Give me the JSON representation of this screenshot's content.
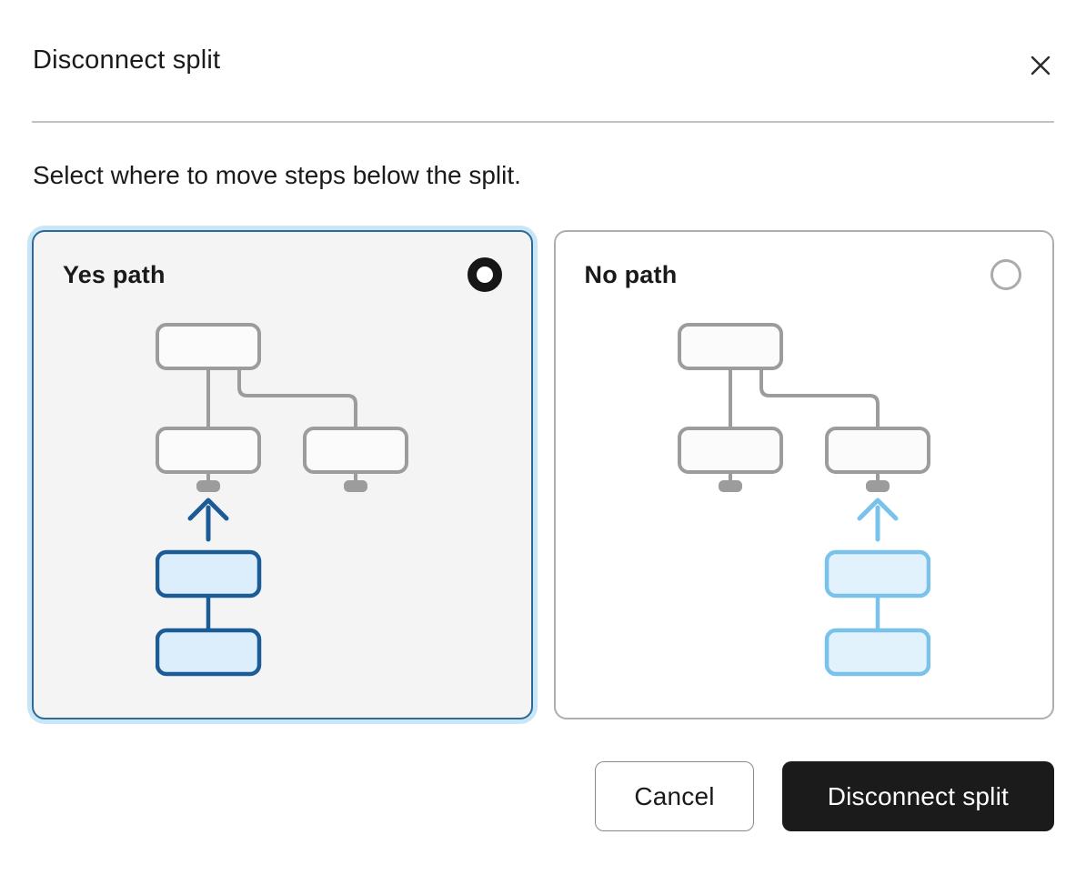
{
  "dialog": {
    "title": "Disconnect split",
    "description": "Select where to move steps below the split.",
    "options": [
      {
        "id": "yes-path",
        "label": "Yes path",
        "selected": true,
        "diagram_highlight": "left"
      },
      {
        "id": "no-path",
        "label": "No path",
        "selected": false,
        "diagram_highlight": "right"
      }
    ],
    "footer": {
      "cancel_label": "Cancel",
      "confirm_label": "Disconnect split"
    }
  },
  "icons": {
    "close": "x-icon",
    "radio_selected": "radio-selected-icon",
    "radio_unselected": "radio-unselected-icon",
    "diagram_arrow": "arrow-up-icon"
  },
  "colors": {
    "text": "#1a1a1a",
    "divider": "#c2c2c2",
    "card_border": "#aeaeae",
    "selected_card_border": "#2d6a96",
    "selected_card_ring": "#c9e6f8",
    "selected_card_bg": "#f4f4f5",
    "gray_node_stroke": "#9c9c9c",
    "gray_node_fill": "#fbfbfc",
    "selected_blue_stroke": "#1c5c96",
    "selected_blue_fill": "#dceefb",
    "unselected_blue_stroke": "#79c2ec",
    "unselected_blue_fill": "#e1f2fc",
    "radio_selected": "#161616",
    "radio_unselected": "#ababab",
    "confirm_button_bg": "#1b1b1b",
    "confirm_button_text": "#ffffff",
    "cancel_button_border": "#8a8a8a"
  }
}
